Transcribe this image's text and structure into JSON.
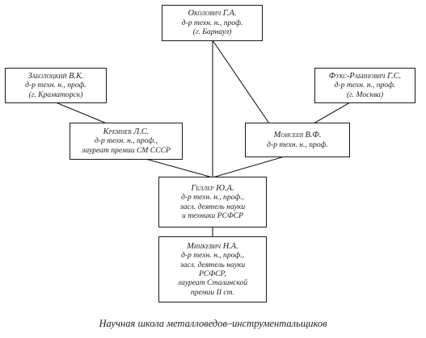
{
  "nodes": {
    "okolovich": {
      "name": "Околович Г.А.",
      "lines": [
        "д-р техн. н., проф.",
        "(г. Барнаул)"
      ]
    },
    "zabolotsky": {
      "name": "Заболоцкий В.К.",
      "lines": [
        "д-р техн. н., проф.",
        "(г. Краматорск)"
      ]
    },
    "fuks": {
      "name": "Фукс-Рабинович Г.С.",
      "lines": [
        "д-р техн. н., проф.",
        "(г. Москва)"
      ]
    },
    "kremnev": {
      "name": "Кремнев Л.С.",
      "lines": [
        "д-р техн. н., проф.,",
        "лауреат премии СМ СССР"
      ]
    },
    "moiseev": {
      "name": "Моисеев В.Ф.",
      "lines": [
        "д-р техн. н., проф."
      ]
    },
    "geller": {
      "name": "Геллер Ю.А.",
      "lines": [
        "д-р техн. н., проф.,",
        "засл. деятель науки",
        "и техники РСФСР"
      ]
    },
    "minkevich": {
      "name": "Минкевич Н.А.",
      "lines": [
        "д-р техн. н., проф.,",
        "засл. деятель науки",
        "РСФСР,",
        "лауреат Сталинской",
        "премии II ст."
      ]
    }
  },
  "caption": "Научная школа металловедов–инструментальщиков"
}
